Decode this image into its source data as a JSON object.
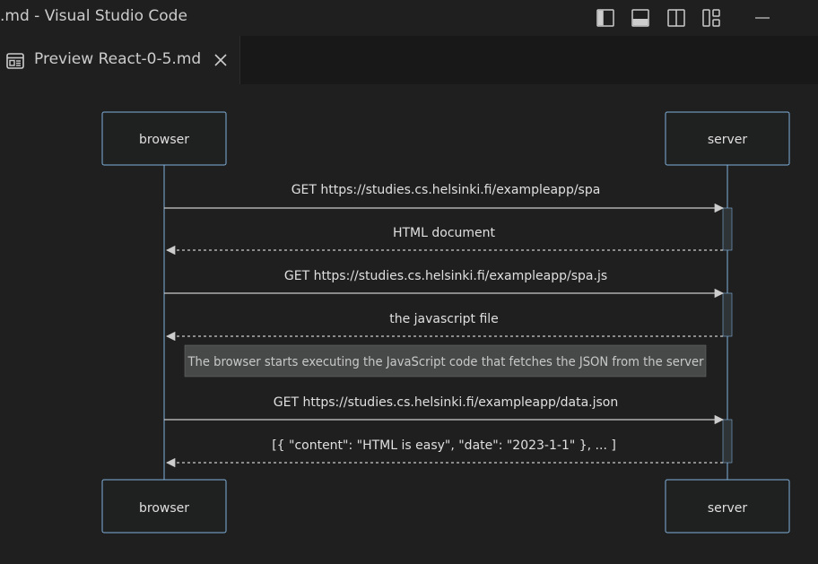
{
  "window": {
    "title": ".md - Visual Studio Code"
  },
  "tabs": [
    {
      "label": "Preview React-0-5.md"
    }
  ],
  "icons": {
    "layout": [
      "toggle-primary-sidebar-icon",
      "toggle-panel-icon",
      "toggle-secondary-sidebar-icon",
      "customize-layout-icon",
      "minimize-icon"
    ],
    "tab": "preview-icon",
    "close": "close-icon"
  },
  "colors": {
    "background": "#1f1f1f",
    "actor_fill": "#1f2020",
    "actor_stroke": "#81b1db",
    "line": "#cccccc",
    "activation_fill": "#2f3437",
    "note_fill": "#474949",
    "text": "#e0dfdf"
  },
  "diagram": {
    "participants": [
      "browser",
      "server"
    ],
    "messages": [
      {
        "text": "GET https://studies.cs.helsinki.fi/exampleapp/spa",
        "direction": "browser-to-server",
        "style": "solid"
      },
      {
        "text": "HTML document",
        "direction": "server-to-browser",
        "style": "dashed"
      },
      {
        "text": "GET https://studies.cs.helsinki.fi/exampleapp/spa.js",
        "direction": "browser-to-server",
        "style": "solid"
      },
      {
        "text": "the javascript file",
        "direction": "server-to-browser",
        "style": "dashed"
      },
      {
        "text": "GET https://studies.cs.helsinki.fi/exampleapp/data.json",
        "direction": "browser-to-server",
        "style": "solid"
      },
      {
        "text": "[{ \"content\": \"HTML is easy\", \"date\": \"2023-1-1\" }, ... ]",
        "direction": "server-to-browser",
        "style": "dashed"
      }
    ],
    "note": "The browser starts executing the JavaScript code that fetches the JSON from the server"
  }
}
